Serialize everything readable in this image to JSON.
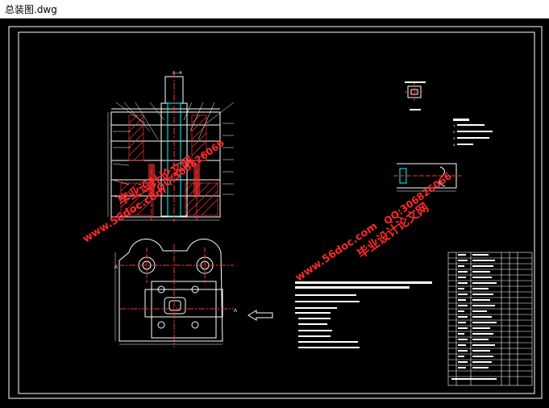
{
  "window": {
    "title": "总装图.dwg"
  },
  "drawing": {
    "section_label": "A—A",
    "section_mark": "A",
    "note_lines": [
      "1.",
      "2.",
      "3.",
      "4."
    ],
    "title_block_note": "",
    "colors": {
      "background": "#000000",
      "frame": "#ffffff",
      "center_line": "#ff3030",
      "hatch": "#ff3030",
      "part": "#00ffff",
      "watermark": "#ff2a2a"
    }
  },
  "watermarks": [
    {
      "text": "毕业设计论文网"
    },
    {
      "text": "www.56doc.com"
    },
    {
      "text": "QQ:306826066"
    },
    {
      "text": "毕业设计论文网"
    },
    {
      "text": "www.56doc.com"
    },
    {
      "text": "QQ:306826066"
    }
  ]
}
